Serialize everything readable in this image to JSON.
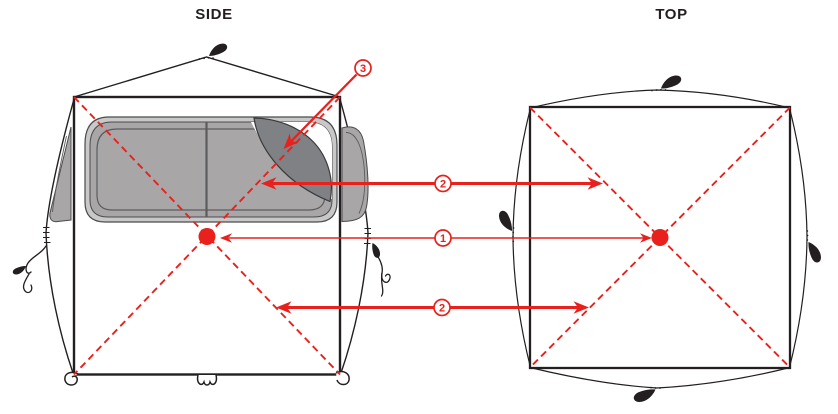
{
  "diagram": {
    "side_view": {
      "title": "SIDE"
    },
    "top_view": {
      "title": "TOP"
    },
    "callouts": {
      "center_height": {
        "number": "1"
      },
      "diagonal_upper": {
        "number": "2"
      },
      "diagonal_lower": {
        "number": "2"
      },
      "window_flap": {
        "number": "3"
      }
    },
    "colors": {
      "accent_red": "#e8211d",
      "line_dark": "#231f20",
      "panel_gray": "#a8a6a7",
      "frame_gray": "#c9c8c8",
      "flap_gray": "#808184",
      "stitch_gray": "#5c5c5f"
    }
  }
}
